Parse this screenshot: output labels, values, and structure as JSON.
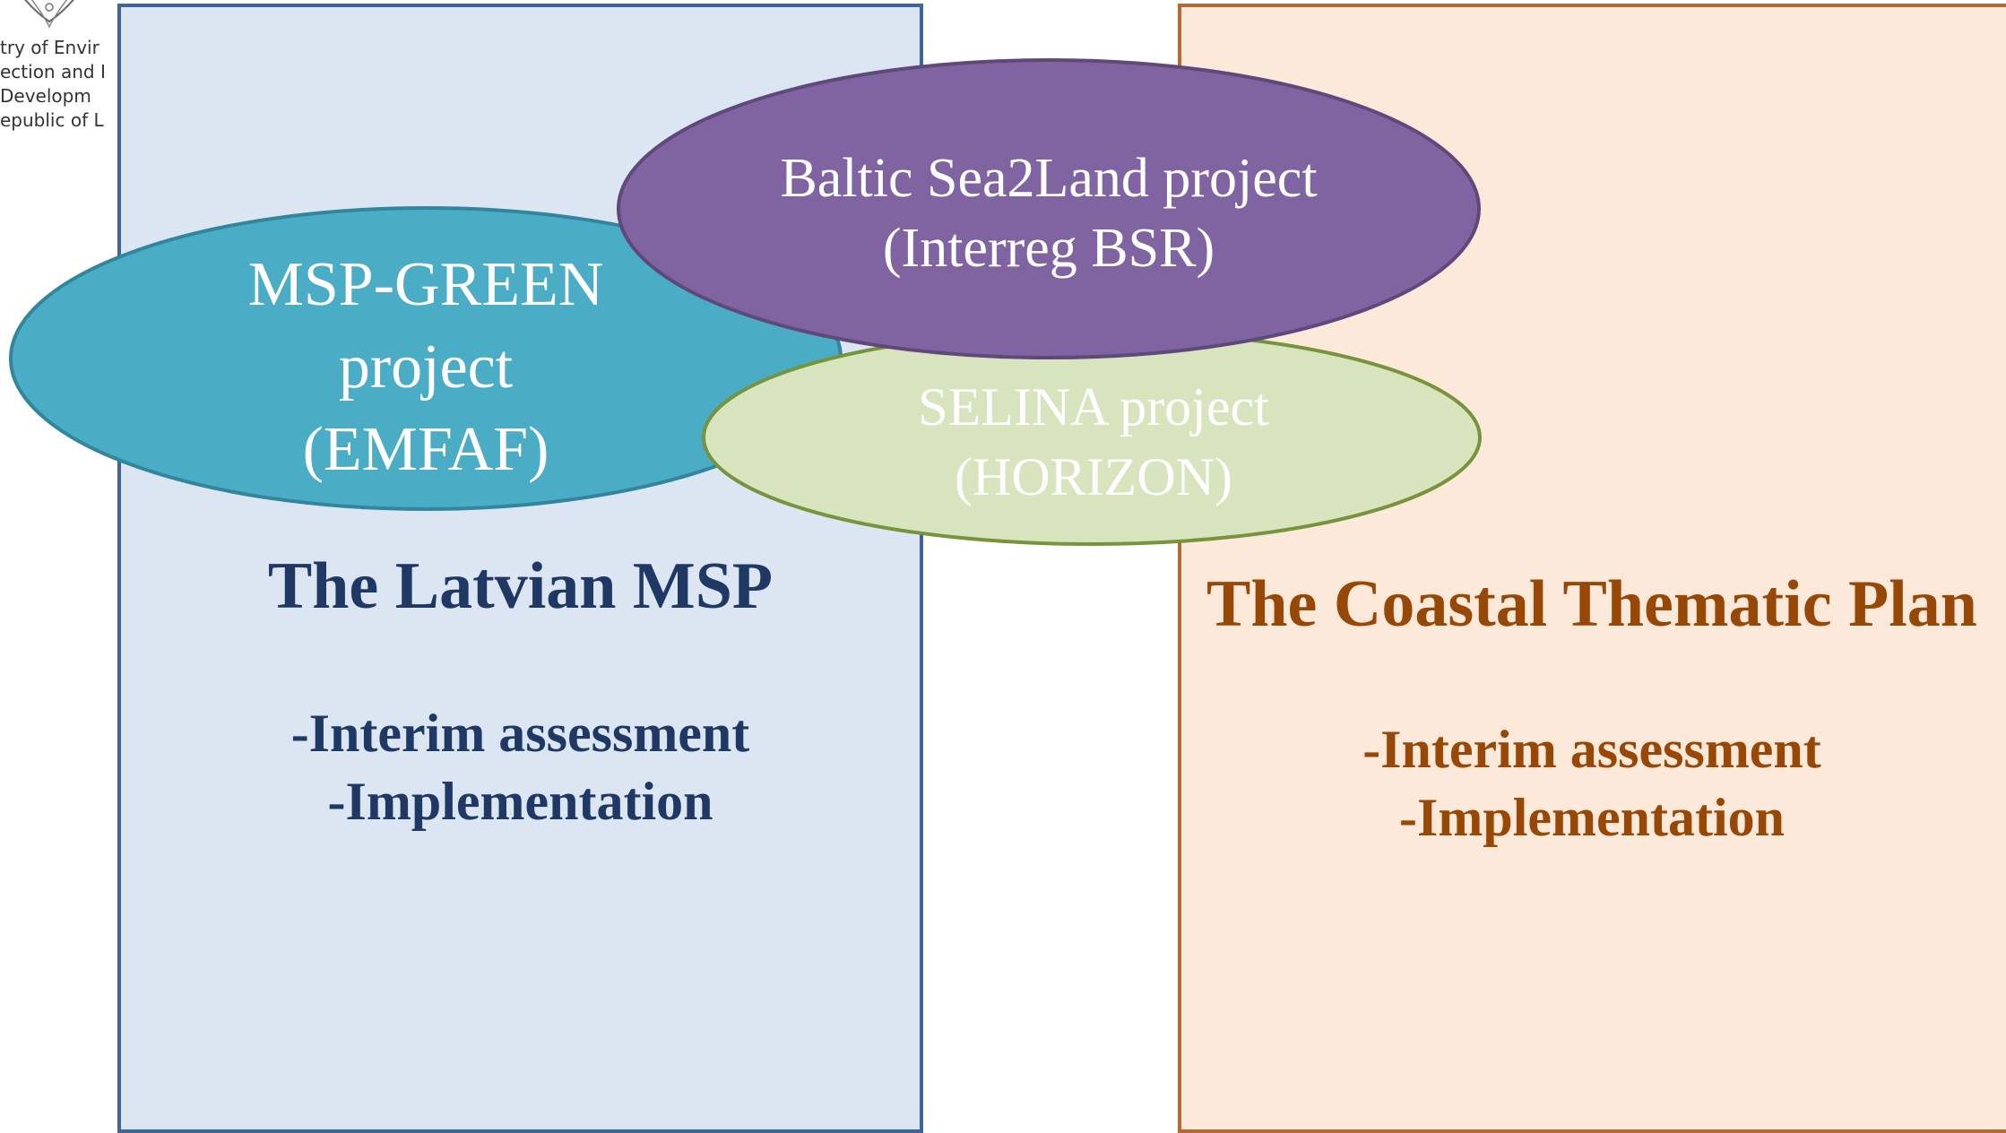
{
  "logo": {
    "lines": [
      "try of Envir",
      "ection and I",
      "Developm",
      "epublic of L"
    ]
  },
  "latvian_msp": {
    "title": "The Latvian MSP",
    "items": [
      "-Interim assessment",
      "-Implementation"
    ]
  },
  "coastal_plan": {
    "title": "The Coastal Thematic Plan",
    "items": [
      "-Interim assessment",
      "-Implementation"
    ]
  },
  "projects": {
    "msp_green": {
      "lines": [
        "MSP-GREEN",
        "project",
        "(EMFAF)"
      ]
    },
    "baltic_sea2land": {
      "lines": [
        "Baltic Sea2Land project",
        "(Interreg BSR)"
      ]
    },
    "selina": {
      "lines": [
        "SELINA project",
        "(HORIZON)"
      ]
    }
  },
  "colors": {
    "latvian_fill": "#dce6f2",
    "latvian_border": "#3f6596",
    "latvian_text": "#1f3864",
    "coastal_fill": "#fde9da",
    "coastal_border": "#b46a35",
    "coastal_text": "#974706",
    "msp_green_oval": "#4bacc6",
    "baltic_oval": "#8064a2",
    "selina_oval": "#d7e4bd"
  },
  "icons": {
    "logo": "coat-of-arms-icon"
  }
}
